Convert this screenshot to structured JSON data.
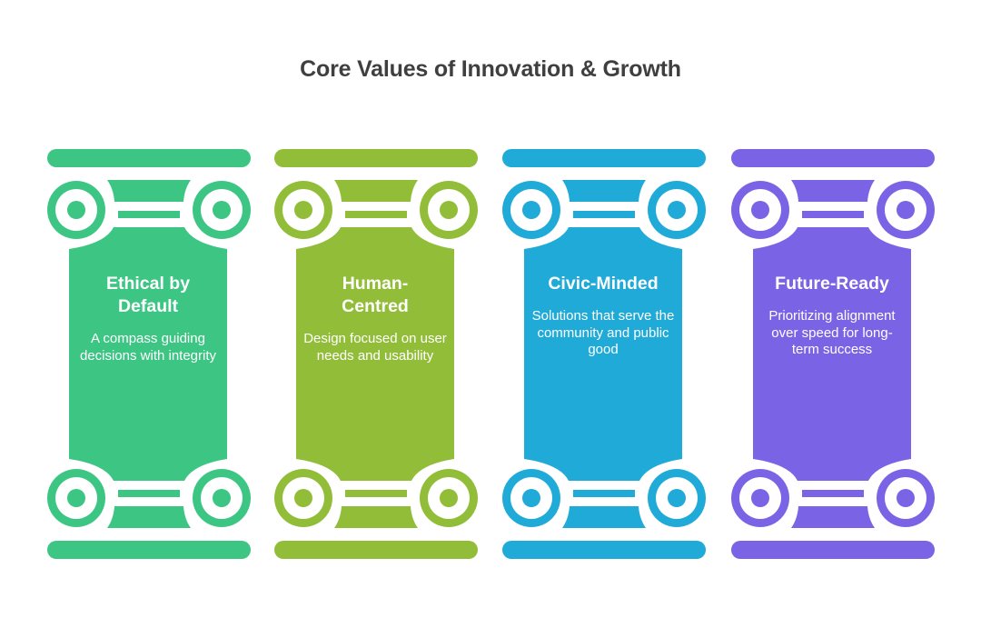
{
  "title": "Core Values of Innovation & Growth",
  "pillars": [
    {
      "heading": "Ethical by Default",
      "description": "A compass guiding decisions with integrity",
      "color": "#3cc583",
      "icon": "column-icon"
    },
    {
      "heading": "Human-Centred",
      "description": "Design focused on user needs and usability",
      "color": "#92bd39",
      "icon": "column-icon"
    },
    {
      "heading": "Civic-Minded",
      "description": "Solutions that serve the community and public good",
      "color": "#1faad8",
      "icon": "column-icon"
    },
    {
      "heading": "Future-Ready",
      "description": "Prioritizing alignment over speed for long-term success",
      "color": "#7b63e5",
      "icon": "column-icon"
    }
  ]
}
